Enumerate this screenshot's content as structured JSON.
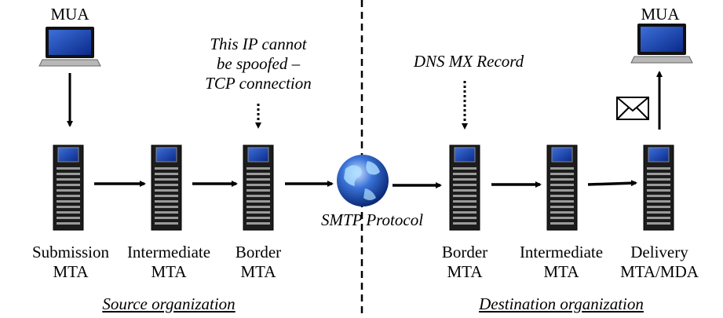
{
  "source": {
    "mua": "MUA",
    "submission_mta": "Submission\nMTA",
    "intermediate_mta": "Intermediate\nMTA",
    "border_mta": "Border\nMTA",
    "note": "This IP cannot\nbe spoofed –\nTCP connection",
    "org": "Source organization"
  },
  "protocol": {
    "label": "SMTP  Protocol"
  },
  "destination": {
    "mua": "MUA",
    "dns_note": "DNS MX Record",
    "border_mta": "Border\nMTA",
    "intermediate_mta": "Intermediate\nMTA",
    "delivery_mta": "Delivery\nMTA/MDA",
    "org": "Destination organization"
  },
  "icons": {
    "laptop": "laptop-icon",
    "server": "server-rack-icon",
    "globe": "globe-icon",
    "envelope": "envelope-icon"
  }
}
